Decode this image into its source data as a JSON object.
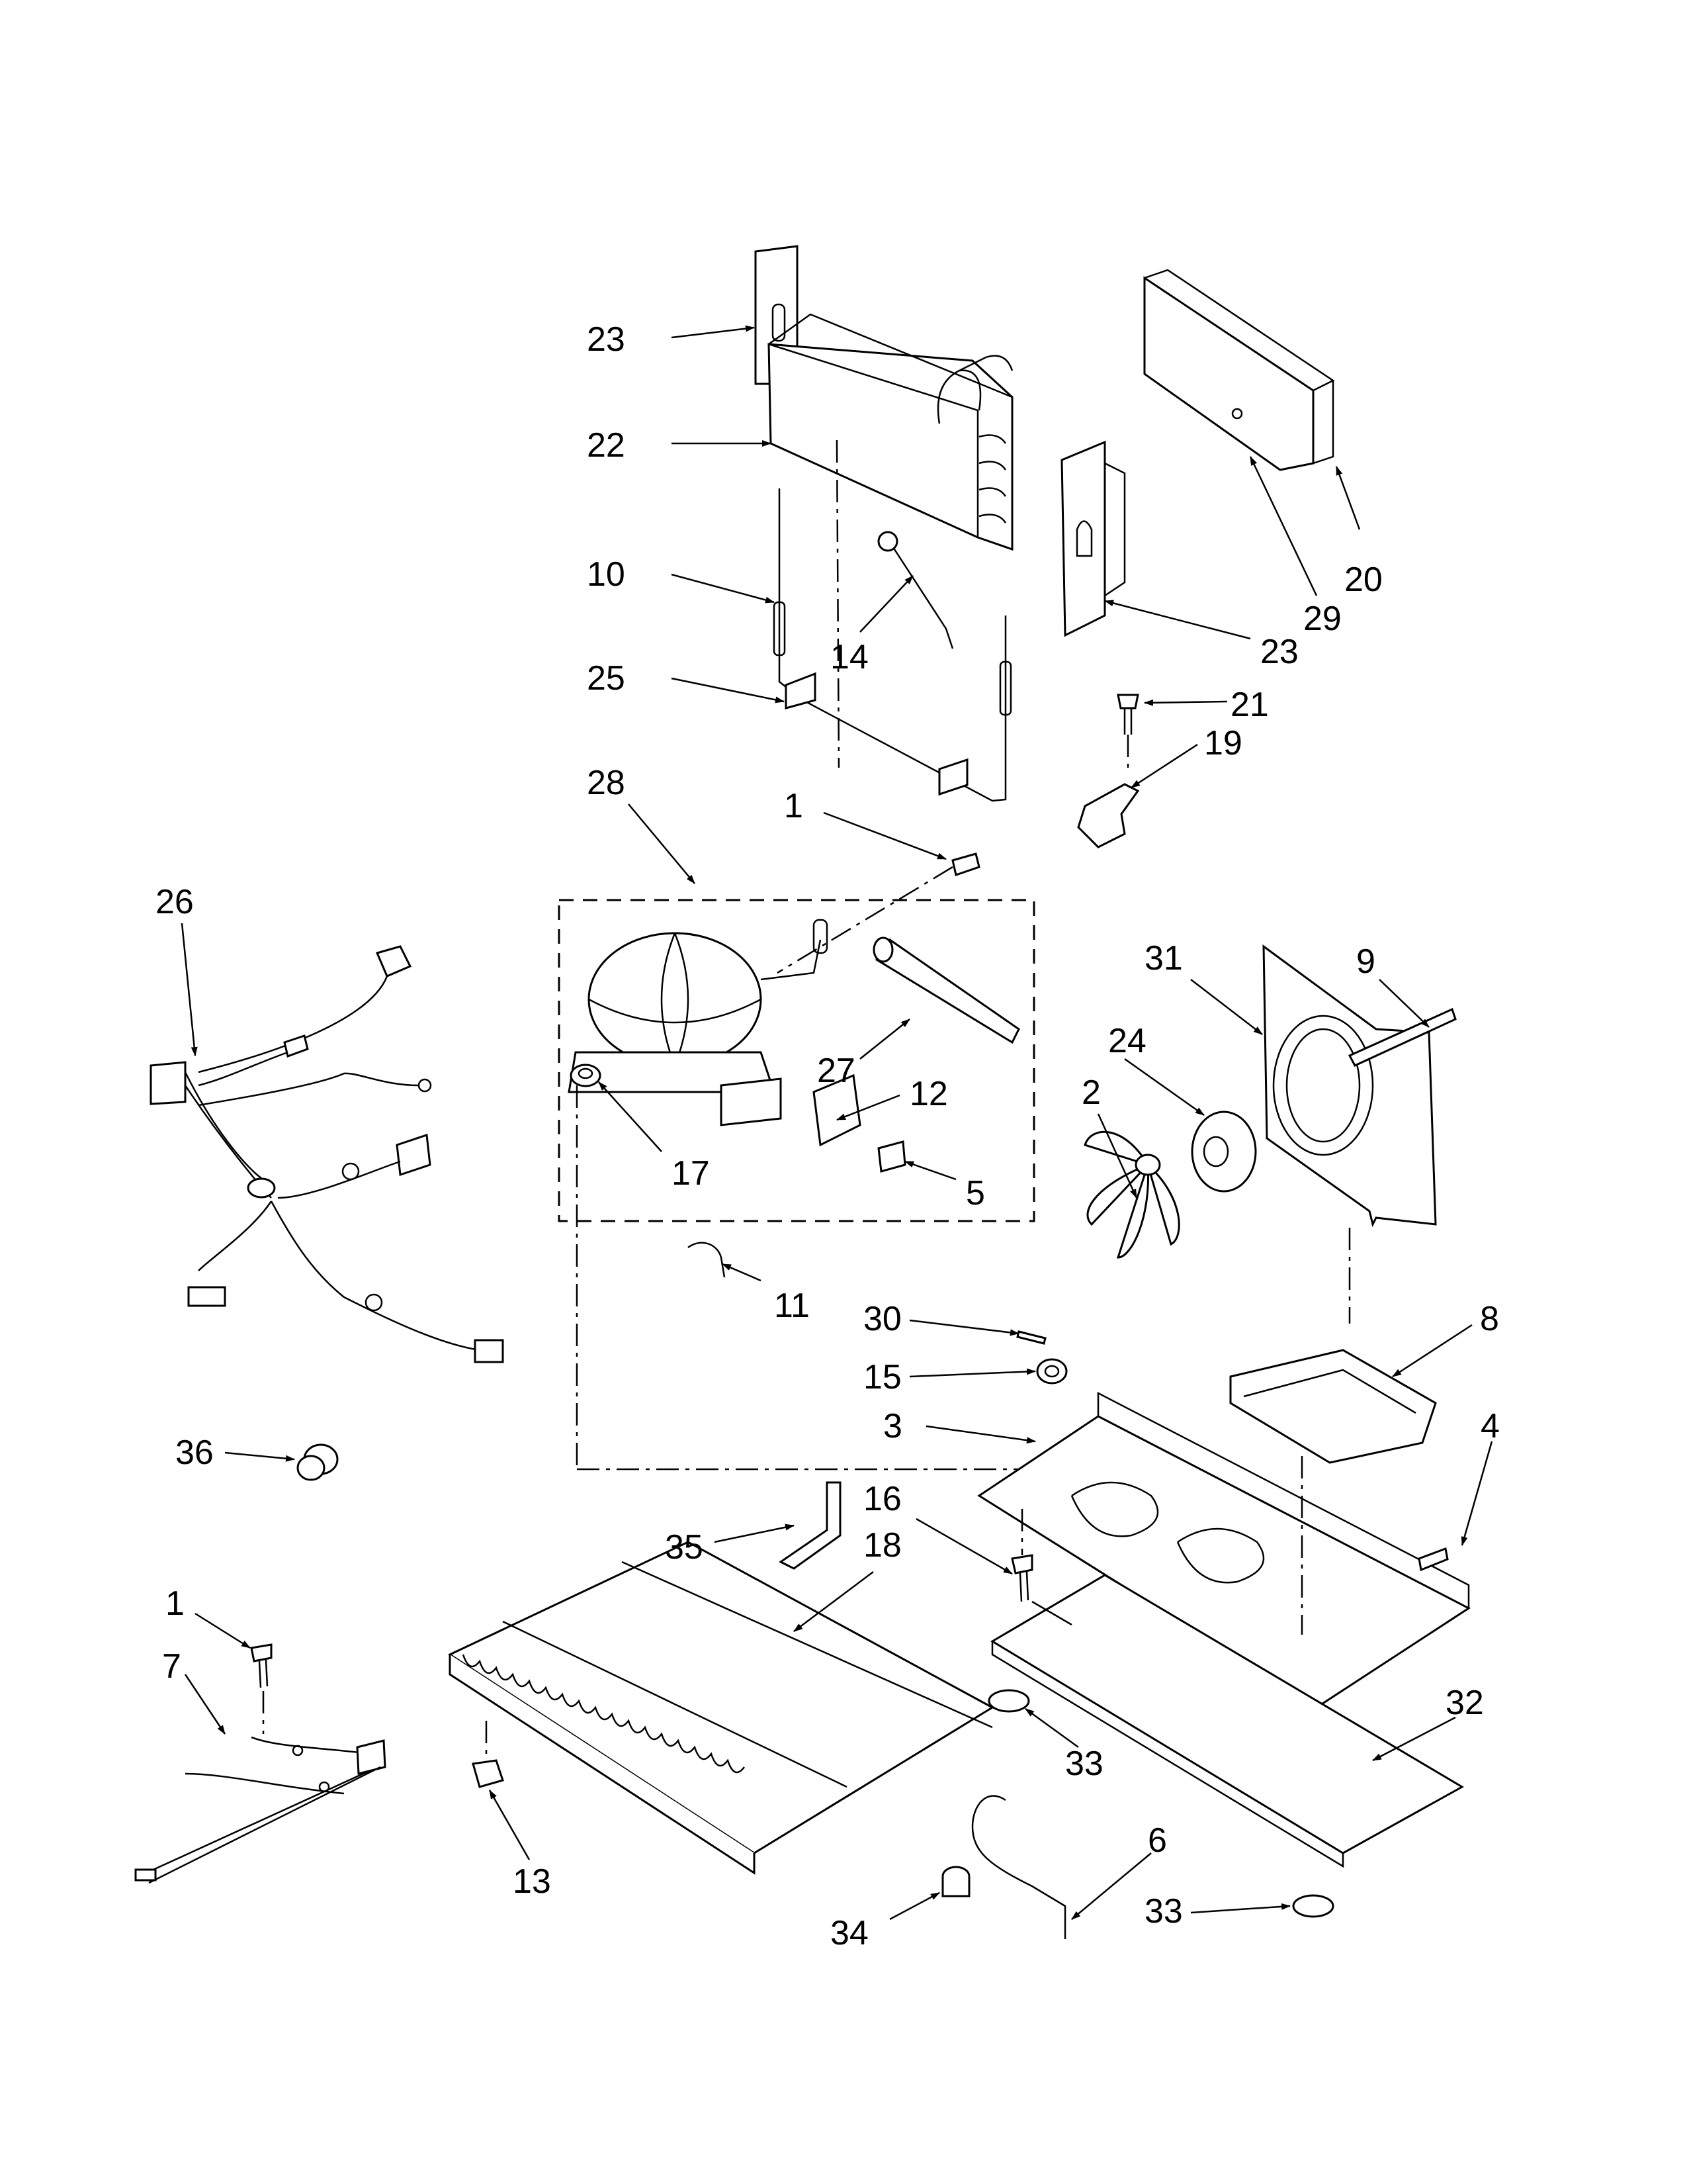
{
  "callouts": [
    {
      "id": "c-23a",
      "text": "23"
    },
    {
      "id": "c-22",
      "text": "22"
    },
    {
      "id": "c-10",
      "text": "10"
    },
    {
      "id": "c-14",
      "text": "14"
    },
    {
      "id": "c-25",
      "text": "25"
    },
    {
      "id": "c-20",
      "text": "20"
    },
    {
      "id": "c-29",
      "text": "29"
    },
    {
      "id": "c-23b",
      "text": "23"
    },
    {
      "id": "c-21",
      "text": "21"
    },
    {
      "id": "c-19",
      "text": "19"
    },
    {
      "id": "c-28",
      "text": "28"
    },
    {
      "id": "c-1a",
      "text": "1"
    },
    {
      "id": "c-26",
      "text": "26"
    },
    {
      "id": "c-27",
      "text": "27"
    },
    {
      "id": "c-12",
      "text": "12"
    },
    {
      "id": "c-17",
      "text": "17"
    },
    {
      "id": "c-5",
      "text": "5"
    },
    {
      "id": "c-31",
      "text": "31"
    },
    {
      "id": "c-9",
      "text": "9"
    },
    {
      "id": "c-24",
      "text": "24"
    },
    {
      "id": "c-2",
      "text": "2"
    },
    {
      "id": "c-11",
      "text": "11"
    },
    {
      "id": "c-30",
      "text": "30"
    },
    {
      "id": "c-8",
      "text": "8"
    },
    {
      "id": "c-15",
      "text": "15"
    },
    {
      "id": "c-3",
      "text": "3"
    },
    {
      "id": "c-4",
      "text": "4"
    },
    {
      "id": "c-36",
      "text": "36"
    },
    {
      "id": "c-16",
      "text": "16"
    },
    {
      "id": "c-35",
      "text": "35"
    },
    {
      "id": "c-18",
      "text": "18"
    },
    {
      "id": "c-1b",
      "text": "1"
    },
    {
      "id": "c-7",
      "text": "7"
    },
    {
      "id": "c-32",
      "text": "32"
    },
    {
      "id": "c-33a",
      "text": "33"
    },
    {
      "id": "c-13",
      "text": "13"
    },
    {
      "id": "c-6",
      "text": "6"
    },
    {
      "id": "c-33b",
      "text": "33"
    },
    {
      "id": "c-34",
      "text": "34"
    }
  ]
}
